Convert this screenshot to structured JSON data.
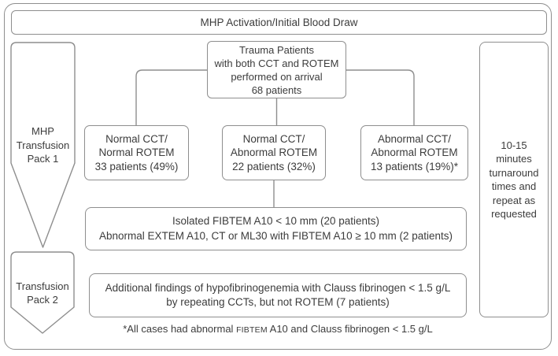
{
  "colors": {
    "border": "#8e8e8e",
    "text": "#3c3c3c",
    "background": "#ffffff"
  },
  "header": {
    "title": "MHP Activation/Initial Blood Draw"
  },
  "left_column": {
    "pack1": {
      "lines": [
        "MHP",
        "Transfusion",
        "Pack 1"
      ]
    },
    "pack2": {
      "lines": [
        "Transfusion",
        "Pack 2"
      ]
    }
  },
  "flow": {
    "trauma": {
      "lines": [
        "Trauma Patients",
        "with both CCT and ROTEM",
        "performed on arrival",
        "68 patients"
      ]
    },
    "branches": [
      {
        "lines": [
          "Normal CCT/",
          "Normal ROTEM",
          "33 patients (49%)"
        ]
      },
      {
        "lines": [
          "Normal CCT/",
          "Abnormal ROTEM",
          "22 patients (32%)"
        ]
      },
      {
        "lines": [
          "Abnormal CCT/",
          "Abnormal ROTEM",
          "13 patients (19%)*"
        ]
      }
    ],
    "rotem_findings": {
      "lines": [
        "Isolated FIBTEM A10 < 10 mm (20 patients)",
        "Abnormal EXTEM A10, CT or ML30 with FIBTEM A10 ≥ 10 mm (2 patients)"
      ]
    },
    "additional_findings": {
      "lines": [
        "Additional findings of hypofibrinogenemia with Clauss fibrinogen < 1.5 g/L",
        "by repeating CCTs, but not ROTEM (7 patients)"
      ]
    }
  },
  "right_column": {
    "lines": [
      "10-15",
      "minutes",
      "turnaround",
      "times and",
      "repeat as",
      "requested"
    ]
  },
  "footnote": {
    "prefix": "*All cases had abnormal ",
    "smallcaps_word": "FIBTEM",
    "suffix": " A10 and Clauss fibrinogen < 1.5 g/L"
  }
}
